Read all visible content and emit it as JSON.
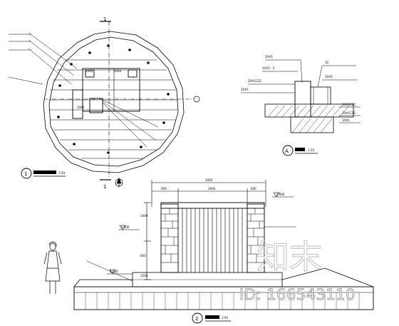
{
  "plan": {
    "section_mark": "1",
    "notes": [
      "",
      "",
      ""
    ],
    "dims": {
      "d1": "2000",
      "d2": "2000",
      "d3": "1000"
    }
  },
  "detail": {
    "label_letter": "A",
    "notes_top": [
      "20#1",
      "20#1 : 2",
      "20#1C25",
      "20#1"
    ],
    "notes_right": [
      "10",
      "20#1",
      "20#1C25",
      "10#1C15",
      "10#1"
    ]
  },
  "elevation": {
    "dims": {
      "total": "2000",
      "left": "600",
      "mid": "3000",
      "right": "600",
      "h1": "3.000",
      "h2": "1.000",
      "h3": "2.000",
      "v1": "1000",
      "v2": "600",
      "v3": "1500"
    }
  },
  "labels": {
    "plan_num": "1",
    "elev_num": "2",
    "detail_scale": "1:20",
    "plan_scale": "1:50",
    "elev_scale": "1:50"
  },
  "watermark": {
    "brand": "知末",
    "id_text": "ID: 166543110"
  }
}
